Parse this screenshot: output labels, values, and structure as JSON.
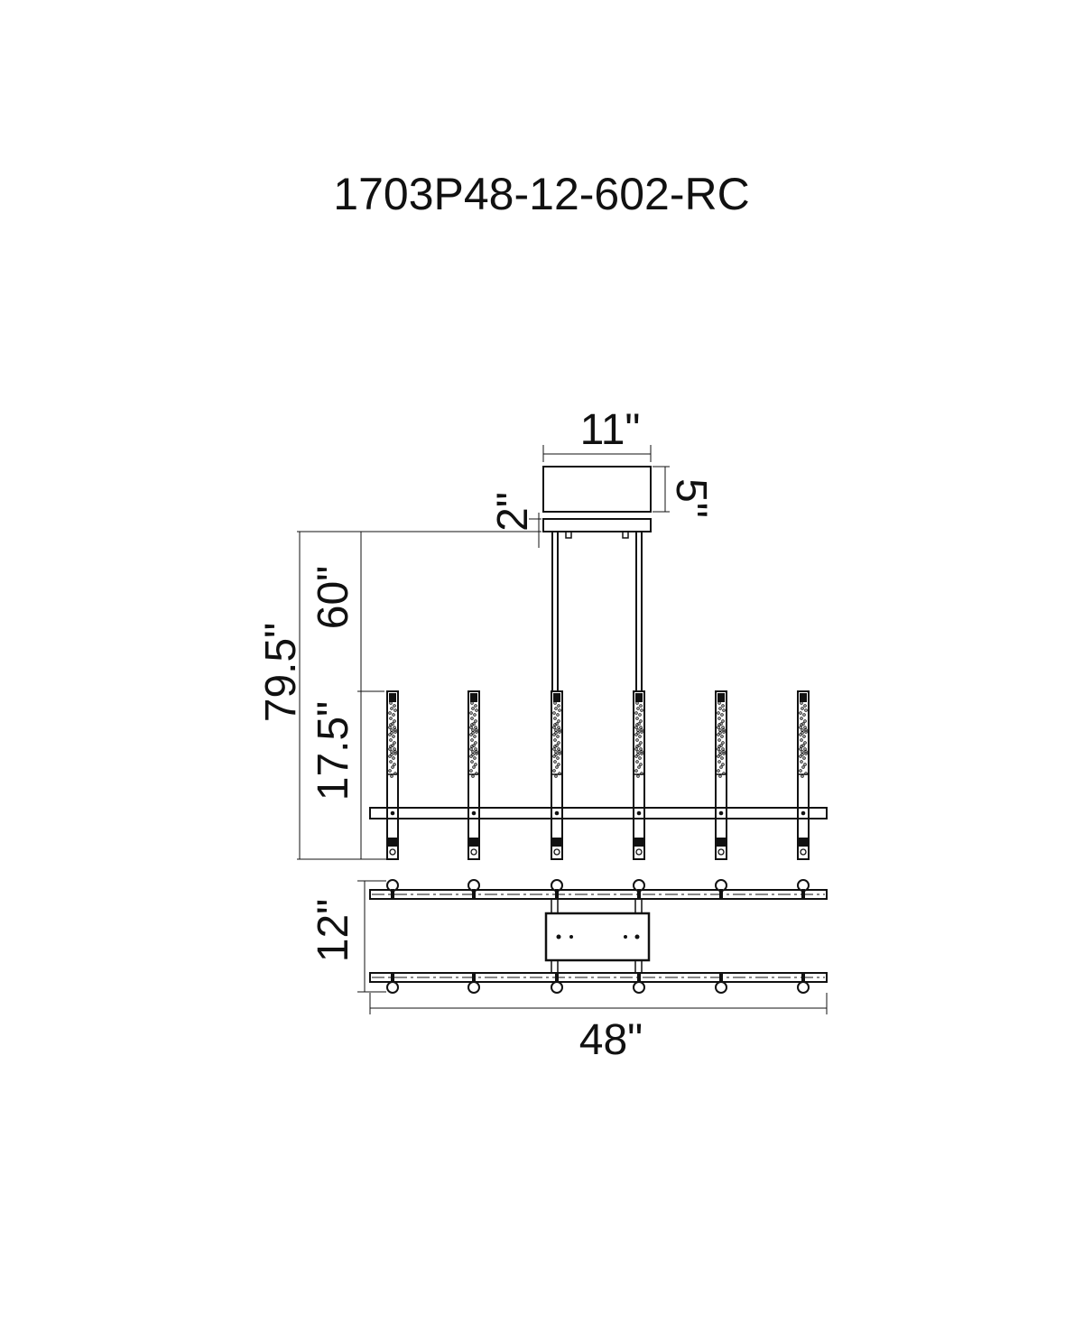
{
  "model_number": "1703P48-12-602-RC",
  "dimensions": {
    "canopy_width": "11\"",
    "canopy_height": "5\"",
    "canopy_gap": "2\"",
    "overall_height": "79.5\"",
    "rod_length": "60\"",
    "fixture_height": "17.5\"",
    "depth": "12\"",
    "overall_width": "48\""
  },
  "colors": {
    "line": "#111111",
    "background": "#ffffff"
  }
}
